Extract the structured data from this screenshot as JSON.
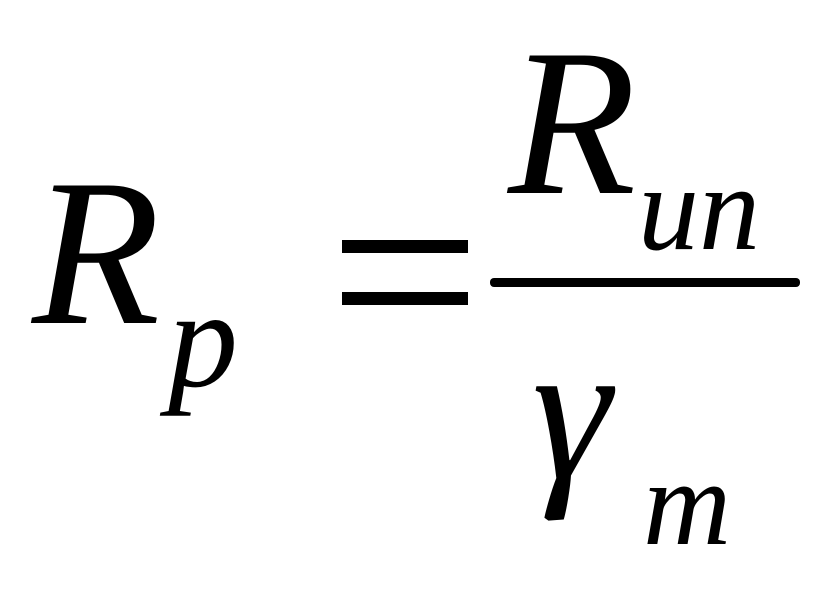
{
  "formula": {
    "lhs": {
      "symbol": "R",
      "subscript": "p"
    },
    "equals": "=",
    "numerator": {
      "symbol": "R",
      "subscript": "un"
    },
    "denominator": {
      "symbol": "γ",
      "subscript": "m"
    }
  },
  "colors": {
    "text": "#000000",
    "background": "#ffffff"
  }
}
